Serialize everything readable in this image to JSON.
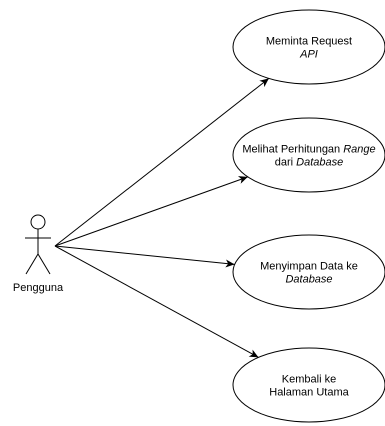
{
  "actor": {
    "name": "Pengguna",
    "icon": "stick-figure-actor-icon"
  },
  "use_cases": [
    {
      "id": "uc1",
      "lines": [
        [
          {
            "t": "Meminta Request",
            "i": false
          }
        ],
        [
          {
            "t": "API",
            "i": true
          }
        ]
      ]
    },
    {
      "id": "uc2",
      "lines": [
        [
          {
            "t": "Melihat Perhitungan ",
            "i": false
          },
          {
            "t": "Range",
            "i": true
          }
        ],
        [
          {
            "t": "dari ",
            "i": false
          },
          {
            "t": "Database",
            "i": true
          }
        ]
      ]
    },
    {
      "id": "uc3",
      "lines": [
        [
          {
            "t": "Menyimpan Data ke",
            "i": false
          }
        ],
        [
          {
            "t": "Database",
            "i": true
          }
        ]
      ]
    },
    {
      "id": "uc4",
      "lines": [
        [
          {
            "t": "Kembali ke",
            "i": false
          }
        ],
        [
          {
            "t": "Halaman Utama",
            "i": false
          }
        ]
      ]
    }
  ],
  "associations": [
    {
      "from": "actor",
      "to": "uc1"
    },
    {
      "from": "actor",
      "to": "uc2"
    },
    {
      "from": "actor",
      "to": "uc3"
    },
    {
      "from": "actor",
      "to": "uc4"
    }
  ]
}
